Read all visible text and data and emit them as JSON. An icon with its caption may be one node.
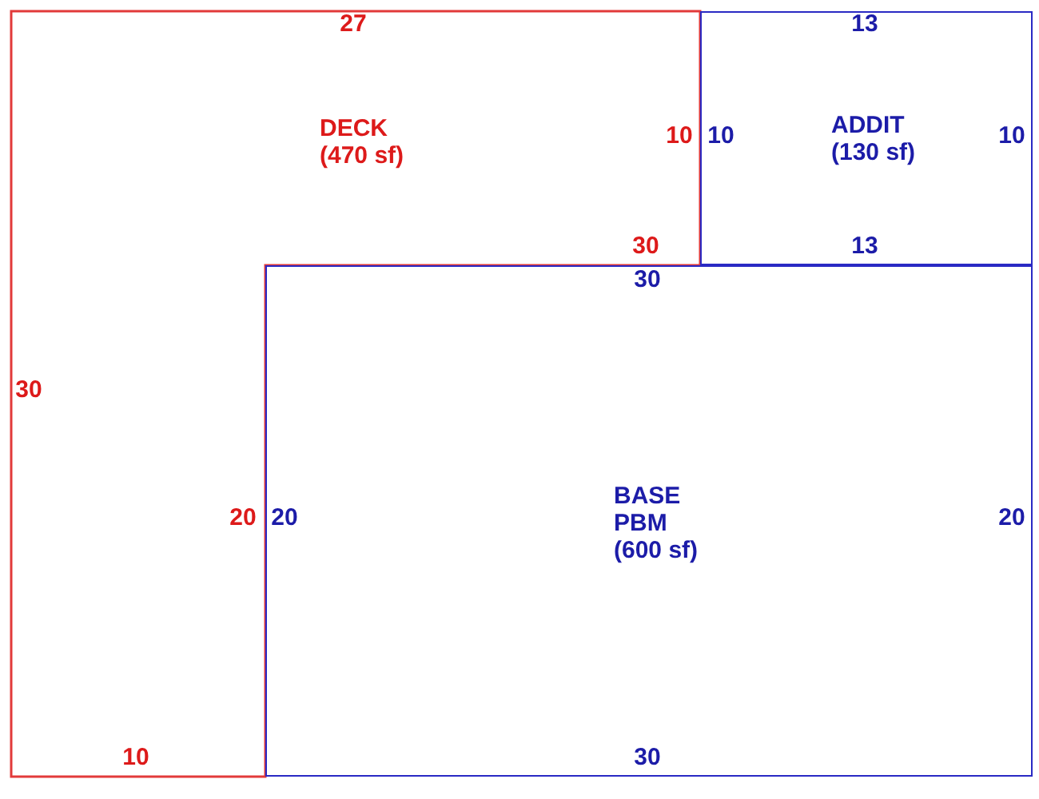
{
  "diagram": {
    "nodes": [
      {
        "text": [
          "DECK (470 sf)"
        ]
      },
      {
        "text": [
          "ADDIT (130 sf)"
        ]
      },
      {
        "text": [
          "BASE PBM (600 sf)"
        ]
      }
    ],
    "labels": [
      "27",
      "13",
      "10",
      "10",
      "10",
      "30",
      "13",
      "30",
      "30",
      "20",
      "20",
      "20",
      "10",
      "30"
    ]
  }
}
